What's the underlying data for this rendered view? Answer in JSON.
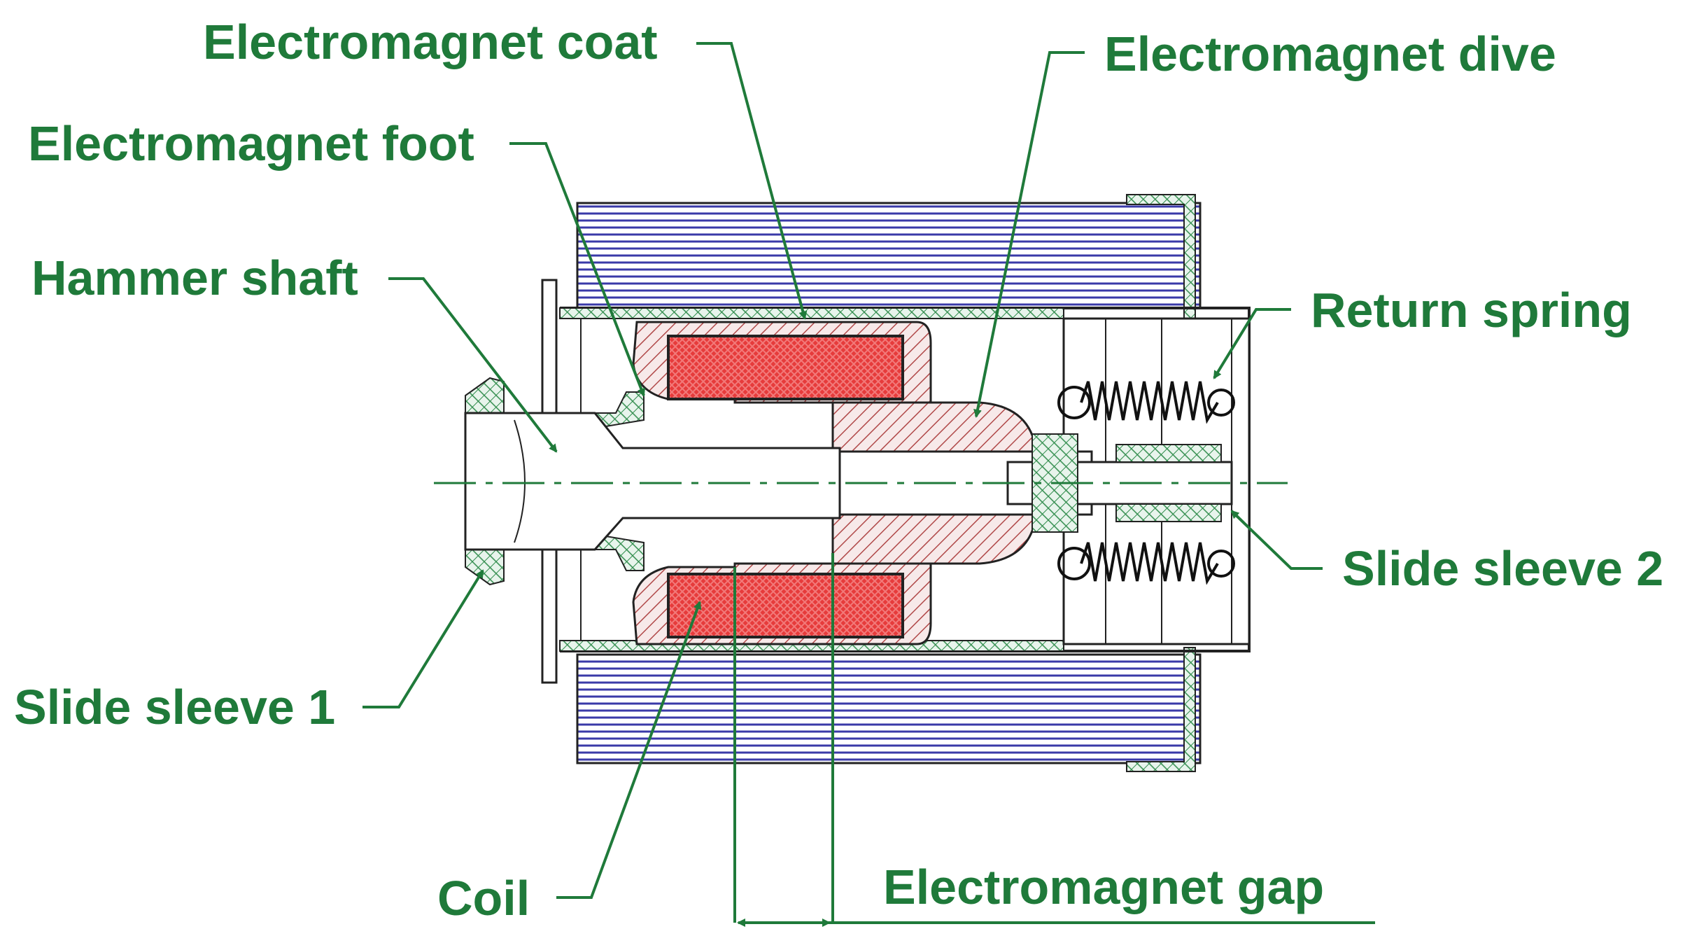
{
  "colors": {
    "label": "#1f7a3a",
    "leader": "#1f7a3a",
    "housing_stripe": "#3a3aa8",
    "coil": "#e63b3b",
    "steel_hatch": "#b04848",
    "sleeve_hatch": "#2e8b4a",
    "outline": "#222222"
  },
  "labels": {
    "electromagnet_coat": "Electromagnet coat",
    "electromagnet_dive": "Electromagnet dive",
    "electromagnet_foot": "Electromagnet foot",
    "hammer_shaft": "Hammer shaft",
    "return_spring": "Return spring",
    "slide_sleeve_2": "Slide sleeve 2",
    "slide_sleeve_1": "Slide sleeve 1",
    "coil": "Coil",
    "electromagnet_gap": "Electromagnet gap"
  }
}
